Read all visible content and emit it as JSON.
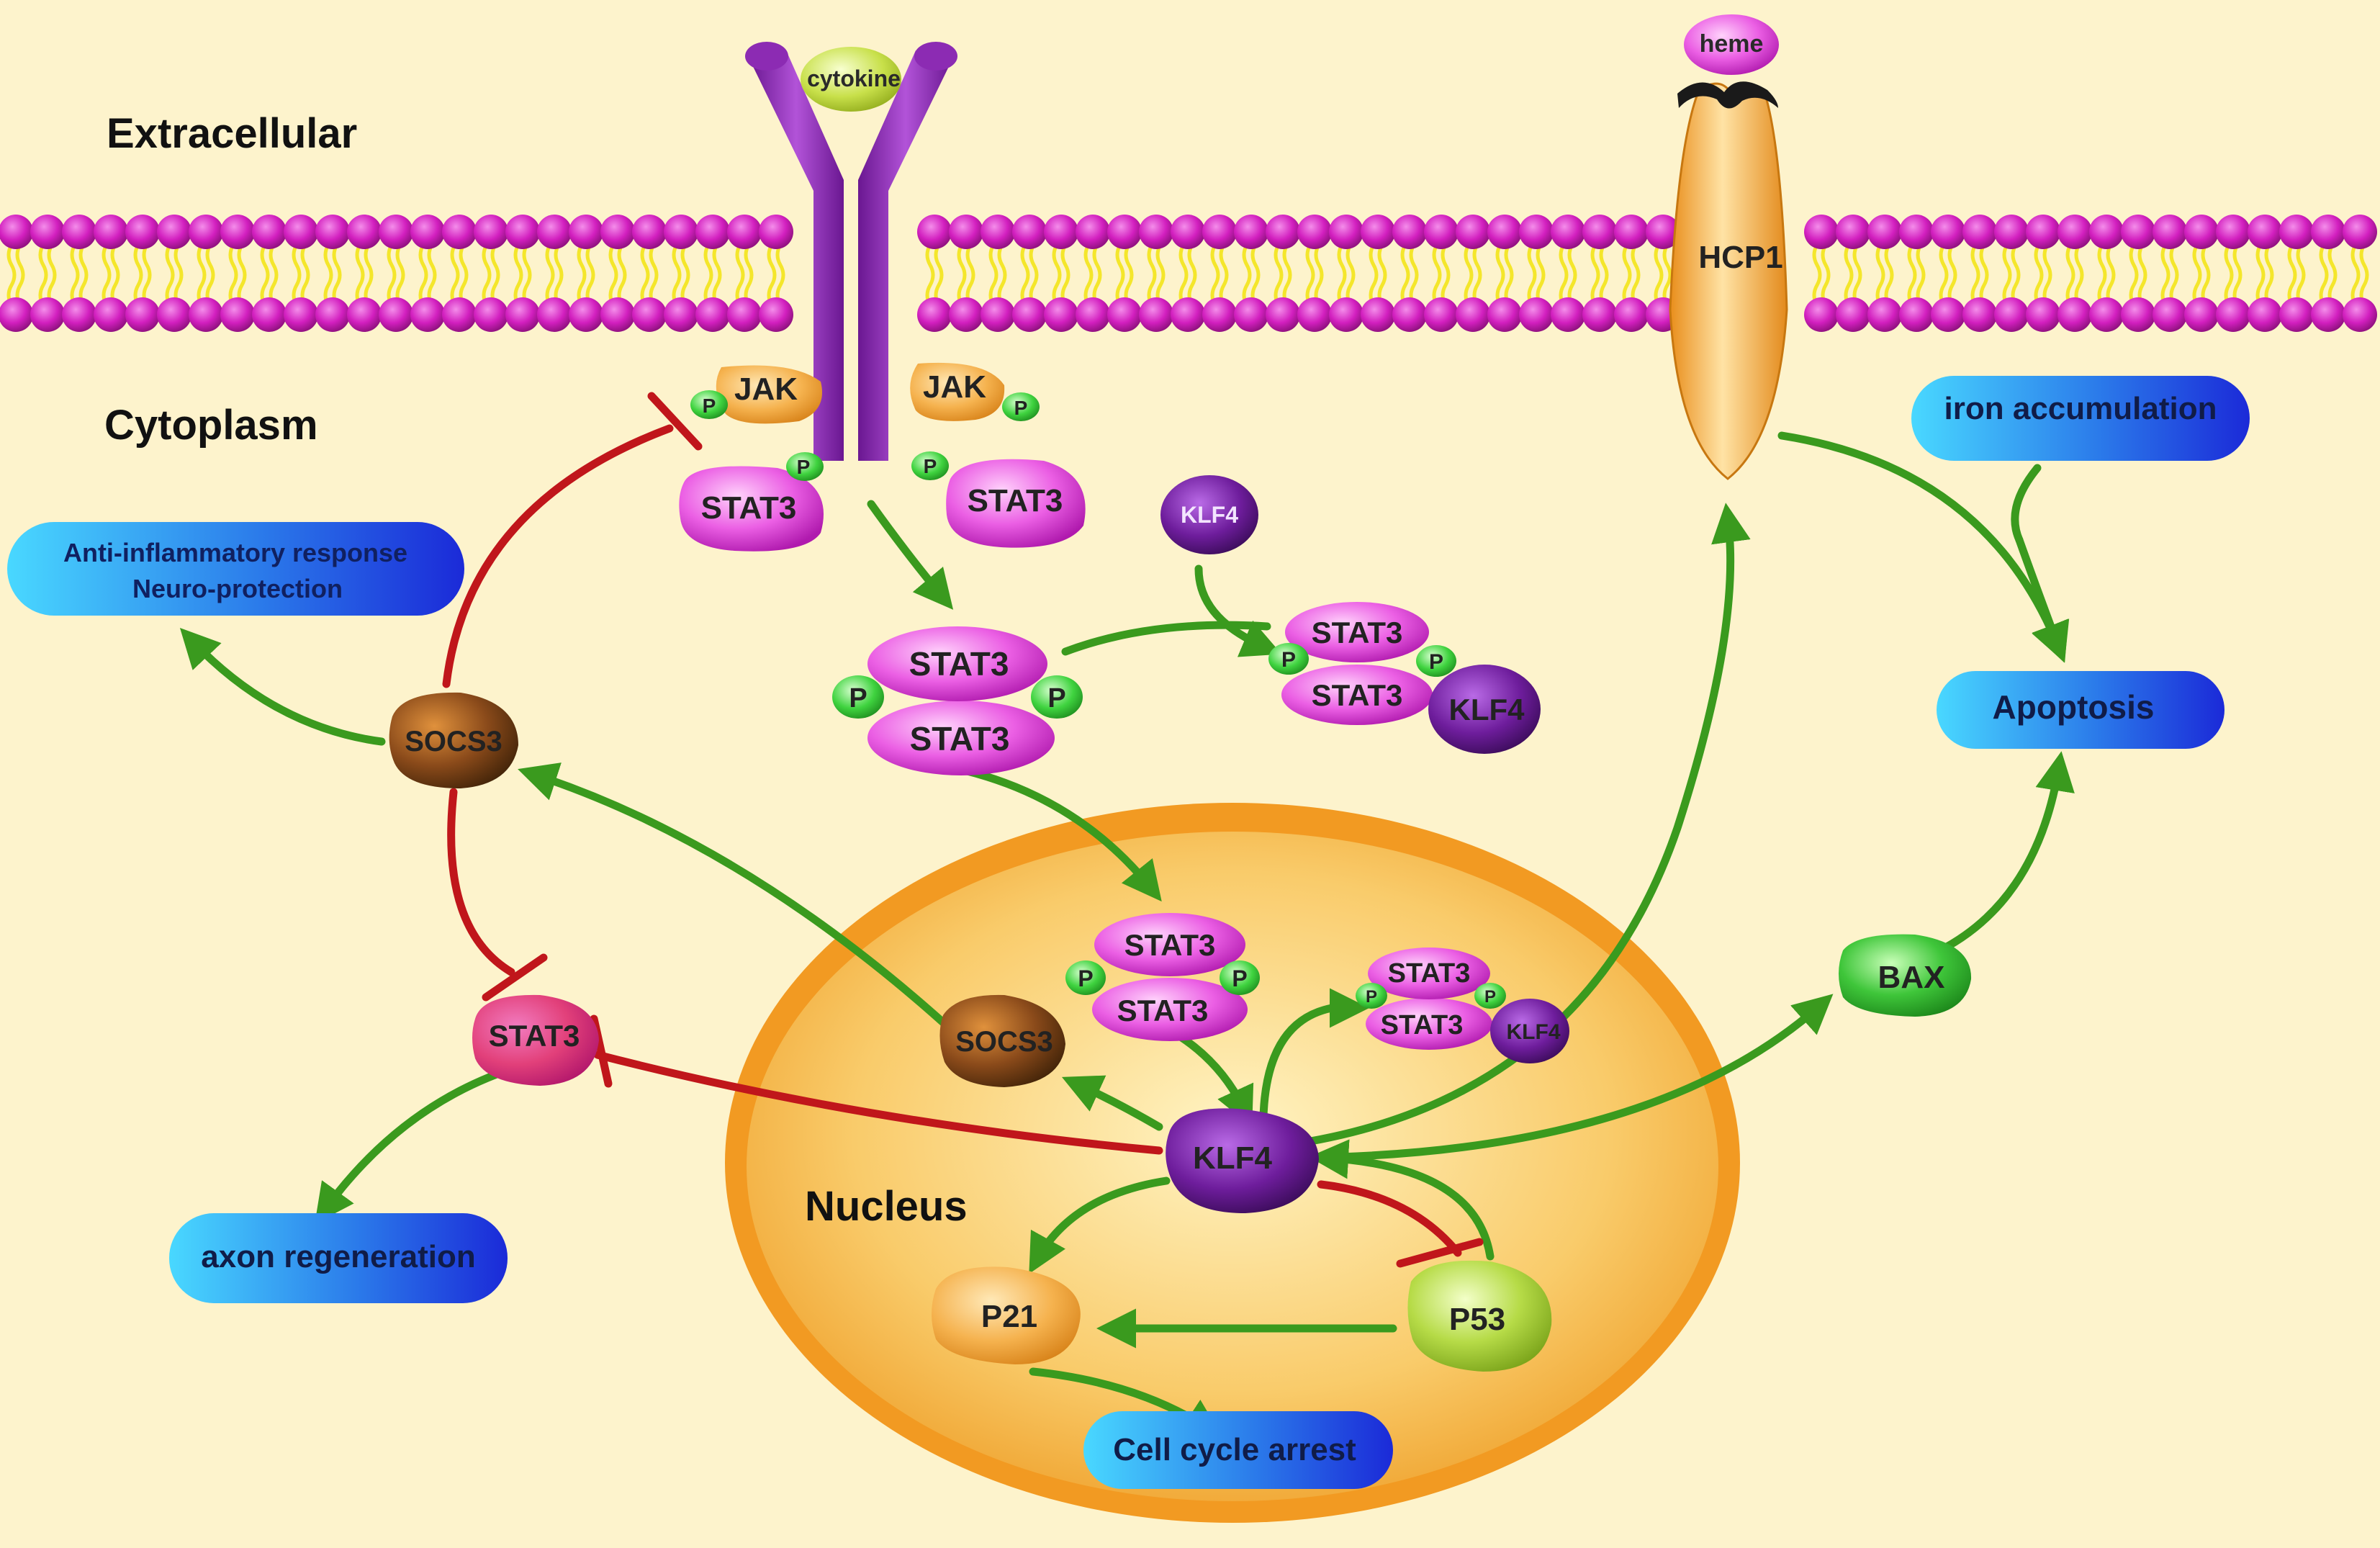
{
  "regions": {
    "extracellular": "Extracellular",
    "cytoplasm": "Cytoplasm",
    "nucleus": "Nucleus"
  },
  "molecules": {
    "cytokine": "cytokine",
    "heme": "heme",
    "hcp1": "HCP1",
    "jak": "JAK",
    "phospho": "P",
    "stat3": "STAT3",
    "klf4": "KLF4",
    "socs3": "SOCS3",
    "bax": "BAX",
    "p21": "P21",
    "p53": "P53"
  },
  "outcomes": {
    "anti_inflammatory_line1": "Anti-inflammatory response",
    "anti_inflammatory_line2": "Neuro-protection",
    "iron_accumulation": "iron accumulation",
    "apoptosis": "Apoptosis",
    "axon_regeneration": "axon regeneration",
    "cell_cycle_arrest": "Cell cycle arrest"
  },
  "colors": {
    "background": "#FDF3CC",
    "activation_arrow": "#3A9A1E",
    "inhibition_arrow": "#C0161B",
    "membrane_head": "#D21FBF",
    "membrane_tail": "#F4E62B",
    "receptor": "#A339C4",
    "stat3": "#E24BDC",
    "klf4": "#6E1D9C",
    "socs3": "#8A4A1A",
    "jak": "#F1A238",
    "phospho": "#3FD33F",
    "nucleus": "#F3A22C",
    "outcome_pill": "#2B6CE8",
    "bax": "#3FC63A",
    "p53": "#B6DB47",
    "p21": "#F5B24E",
    "hcp1": "#F2A63A"
  }
}
